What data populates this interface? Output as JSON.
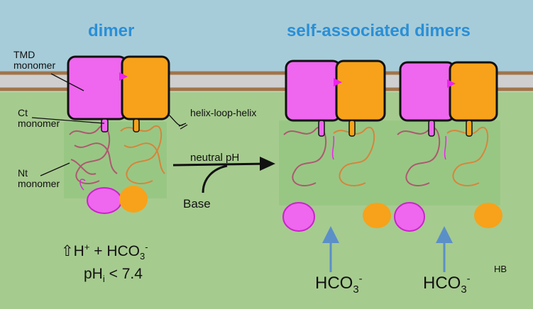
{
  "titles": {
    "left": "dimer",
    "right": "self-associated dimers"
  },
  "labels": {
    "tmd_line1": "TMD",
    "tmd_line2": "monomer",
    "ct_line1": "Ct",
    "ct_line2": "monomer",
    "nt_line1": "Nt",
    "nt_line2": "monomer",
    "helix": "helix-loop-helix",
    "neutral_ph": "neutral pH",
    "base": "Base",
    "hco3_a": "HCO",
    "hco3_b": "HCO",
    "sub3": "3",
    "sup_minus": "-",
    "hb": "HB"
  },
  "equation": {
    "arrow_symbol": "⇧",
    "h": "H",
    "plus_sup": "+",
    "plus_word": " + HCO",
    "sub3": "3",
    "minus_sup": "-",
    "ph": "pH",
    "ph_sub": "i",
    "ph_rest": " < 7.4"
  },
  "colors": {
    "background_sky": "#a7ccd9",
    "membrane": "#a0744a",
    "cytoplasm": "#a6cb8f",
    "monomer_a": "#ee67ee",
    "monomer_b": "#f7a21a",
    "title_blue": "#2a8fd6",
    "hco3_arrow": "#5b8fc8"
  }
}
